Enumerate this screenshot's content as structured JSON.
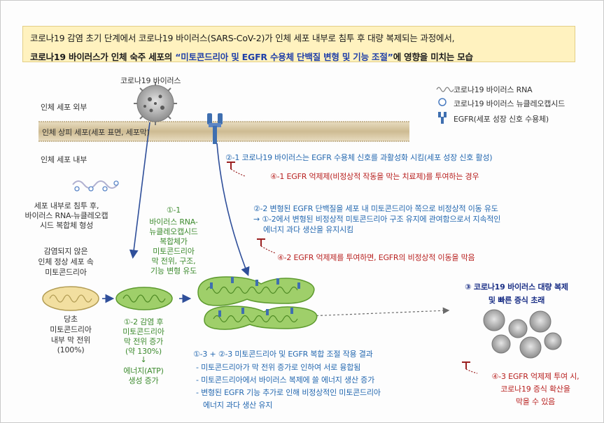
{
  "header": {
    "line1": "코로나19 감염 초기 단계에서 코로나19 바이러스(SARS-CoV-2)가 인체 세포 내부로 침투 후 대량 복제되는 과정에서,",
    "line2_pre": "코로나19 바이러스가 인체 숙주 세포의 ",
    "line2_highlight": "“미토콘드리아 및 EGFR 수용체 단백질 변형 및 기능 조절”",
    "line2_post": "에 영향을 미치는 모습"
  },
  "zones": {
    "outside": "인체 세포 외부",
    "membrane": "인체 상피 세포(세포 표면, 세포막)",
    "inside": "인체 세포 내부"
  },
  "virus_label": "코로나19 바이러스",
  "legend": {
    "rna": "코로나19 바이러스 RNA",
    "capsid": "코로나19 바이러스 뉴클레오캡시드",
    "egfr": "EGFR(세포 성장 신호 수용체)"
  },
  "steps": {
    "s2_1": "②-1 코로나19 바이러스는 EGFR 수용체 신호를 과활성화 시킴(세포 성장 신호 활성)",
    "s4_1": "④-1 EGFR 억제제(비정상적 작동을 막는 치료제)를 투여하는 경우",
    "s2_2_a": "②-2 변형된 EGFR 단백질을 세포 내 미토콘드리아 쪽으로 비정상적 이동 유도",
    "s2_2_b": "→ ①-2에서 변형된 비정상적 미토콘드리아 구조 유지에 관여함으로서 지속적인",
    "s2_2_c": "에너지 과다 생산을 유지시킴",
    "s4_2": "④-2 EGFR 억제제를 투여하면, EGFR의 비정상적 이동을 막음",
    "s3_a": "③ 코로나19 바이러스 대량 복제",
    "s3_b": "및 빠른 증식 초래",
    "s4_3_a": "④-3 EGFR 억제제 투여 시,",
    "s4_3_b": "코로나19 증식 확산을",
    "s4_3_c": "막을 수 있음"
  },
  "left": {
    "entry_1": "세포 내부로 침투 후,",
    "entry_2": "바이러스 RNA-뉴클레오캡",
    "entry_3": "시드 복합체 형성",
    "normal_1": "감염되지 않은",
    "normal_2": "인체 정상 세포 속",
    "normal_3": "미토콘드리아",
    "sugar_1": "당초",
    "sugar_2": "미토콘드리아",
    "sugar_3": "내부 막 전위",
    "sugar_4": "(100%)"
  },
  "green_text": {
    "g1_1": "①-1",
    "g1_2": "바이러스 RNA-",
    "g1_3": "뉴클레오캡시드",
    "g1_4": "복합체가",
    "g1_5": "미토콘드리아",
    "g1_6": "막 전위, 구조,",
    "g1_7": "기능 변형 유도",
    "g2_1": "①-2 감염 후",
    "g2_2": "미토콘드리아",
    "g2_3": "막 전위 증가",
    "g2_4": "(약 130%)",
    "g2_5": "↓",
    "g2_6": "에너지(ATP)",
    "g2_7": "생성 증가"
  },
  "bottom": {
    "title": "①-3 + ②-3 미토콘드리아 및 EGFR 복합 조절 작용 결과",
    "b1": "- 미토콘드리아가 막 전위 증가로 인하여 서로 융합됨",
    "b2": "- 미토콘드리아에서 바이러스 복제에 쓸 에너지 생산 증가",
    "b3": "- 변형된 EGFR 기능 추가로 인해 비정상적인 미토콘드리아",
    "b4": "에너지 과다 생산 유지"
  },
  "colors": {
    "header_bg": "#fff2bf",
    "blue_text": "#2468b0",
    "red_text": "#b8201f",
    "green_text": "#3d8b2e",
    "navy_text": "#1a2f86",
    "membrane": "#d8c7a0",
    "mito_fill": "#9fcf6a"
  },
  "icons": [
    "virus-icon",
    "rna-icon",
    "nucleocapsid-icon",
    "egfr-receptor-icon",
    "inhibitor-block-icon",
    "mitochondria-icon"
  ]
}
